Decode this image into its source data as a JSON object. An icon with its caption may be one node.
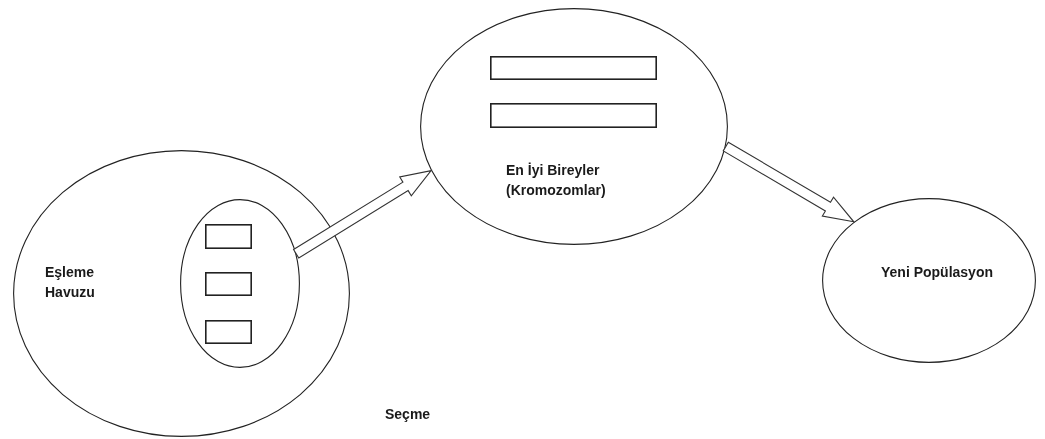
{
  "diagram": {
    "nodes": [
      {
        "text": [
          "Eşleme Havuzu"
        ]
      },
      {
        "text": [],
        "shape": "ellipse",
        "in": 0
      },
      {
        "text": [],
        "shape": "box",
        "in": 1
      },
      {
        "text": [],
        "shape": "box",
        "in": 1
      },
      {
        "text": [],
        "shape": "box",
        "in": 1
      },
      {
        "text": [
          "En İyi Bireyler (Kromozomlar)"
        ]
      },
      {
        "text": [],
        "shape": "box",
        "in": 5
      },
      {
        "text": [],
        "shape": "box",
        "in": 5
      },
      {
        "text": [
          "Yeni Popülasyon"
        ]
      }
    ],
    "edges": [
      {
        "from": 1,
        "to": 5,
        "arrow": "to"
      },
      {
        "from": 5,
        "to": 8,
        "arrow": "to"
      }
    ],
    "labels": [
      "Seçme"
    ]
  }
}
